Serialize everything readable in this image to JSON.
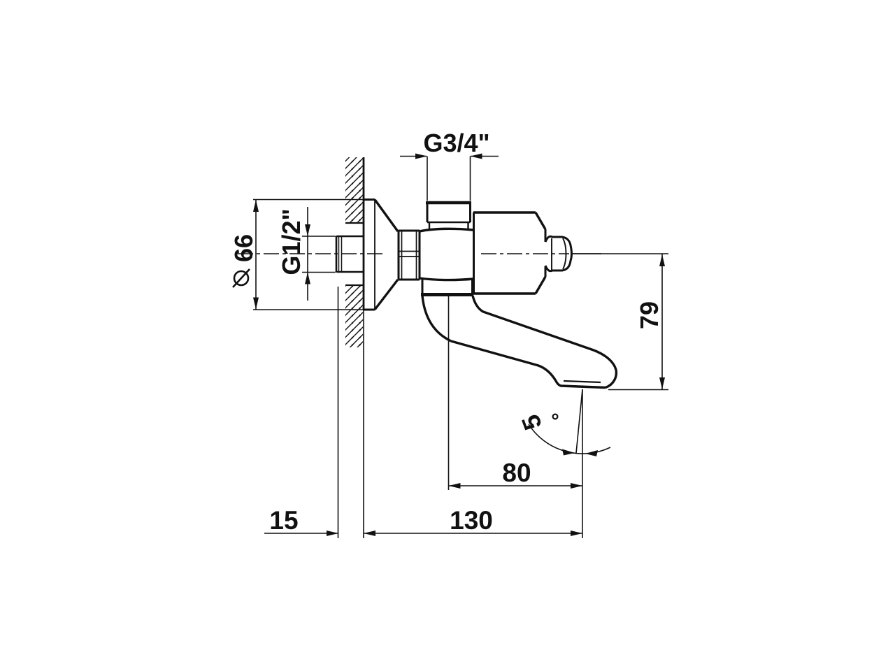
{
  "drawing": {
    "description": "Technical side-section drawing of a wall-mounted single-hole faucet with dimension annotations",
    "labels": {
      "thread_top": "G3/4\"",
      "thread_wall": "G1/2\"",
      "diameter_value": "66",
      "diameter_symbol": "⌀",
      "height_to_outlet": "79",
      "angle_value": "5",
      "angle_unit": "°",
      "spout_reach": "80",
      "projection": "130",
      "wall_thickness": "15"
    },
    "line_color": "#111111",
    "background_color": "#ffffff"
  }
}
